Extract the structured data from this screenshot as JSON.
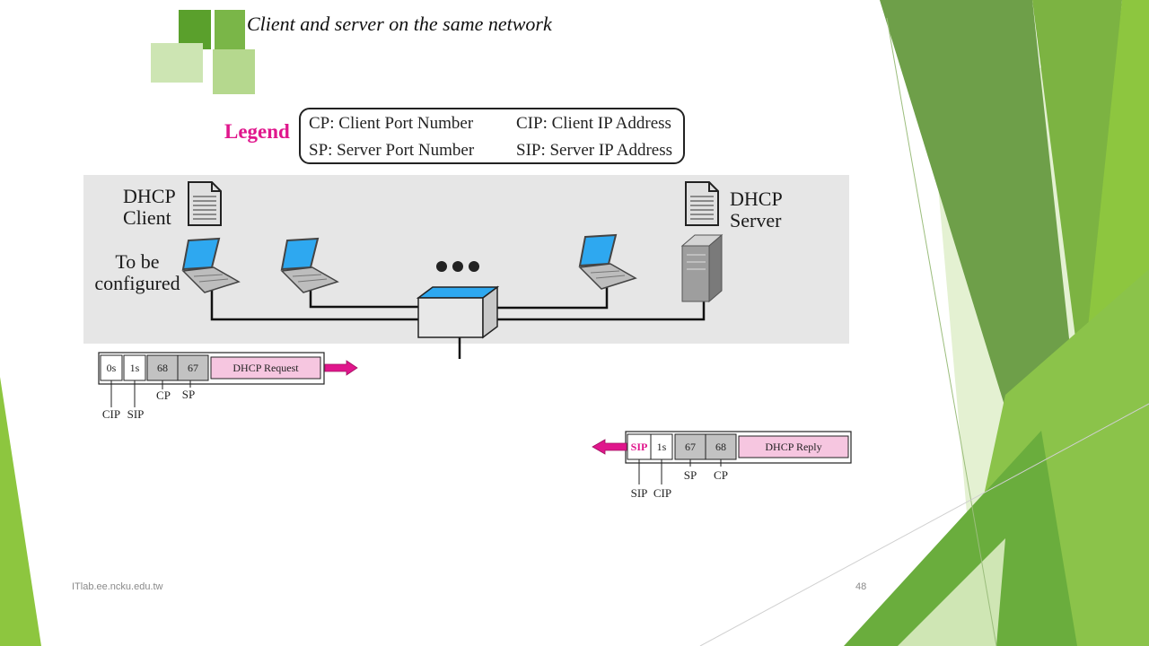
{
  "slide": {
    "title": "Client and server on the same network",
    "footer_left": "ITlab.ee.ncku.edu.tw",
    "page_number": "48"
  },
  "legend": {
    "heading": "Legend",
    "items": [
      "CP: Client Port Number",
      "CIP: Client IP Address",
      "SP: Server Port Number",
      "SIP: Server IP Address"
    ]
  },
  "network": {
    "client_label_1": "DHCP",
    "client_label_2": "Client",
    "server_label_1": "DHCP",
    "server_label_2": "Server",
    "configured_label_1": "To be",
    "configured_label_2": "configured"
  },
  "request_packet": {
    "fields": [
      "0s",
      "1s",
      "68",
      "67",
      "DHCP Request"
    ],
    "labels": [
      "CIP",
      "SIP",
      "CP",
      "SP"
    ]
  },
  "reply_packet": {
    "fields": [
      "SIP",
      "1s",
      "67",
      "68",
      "DHCP Reply"
    ],
    "labels": [
      "SIP",
      "CIP",
      "SP",
      "CP"
    ]
  },
  "colors": {
    "accent_green": "#7ab648",
    "legend_magenta": "#e0168c",
    "message_pink": "#f6c6e0",
    "screen_blue": "#2ea8f0"
  }
}
